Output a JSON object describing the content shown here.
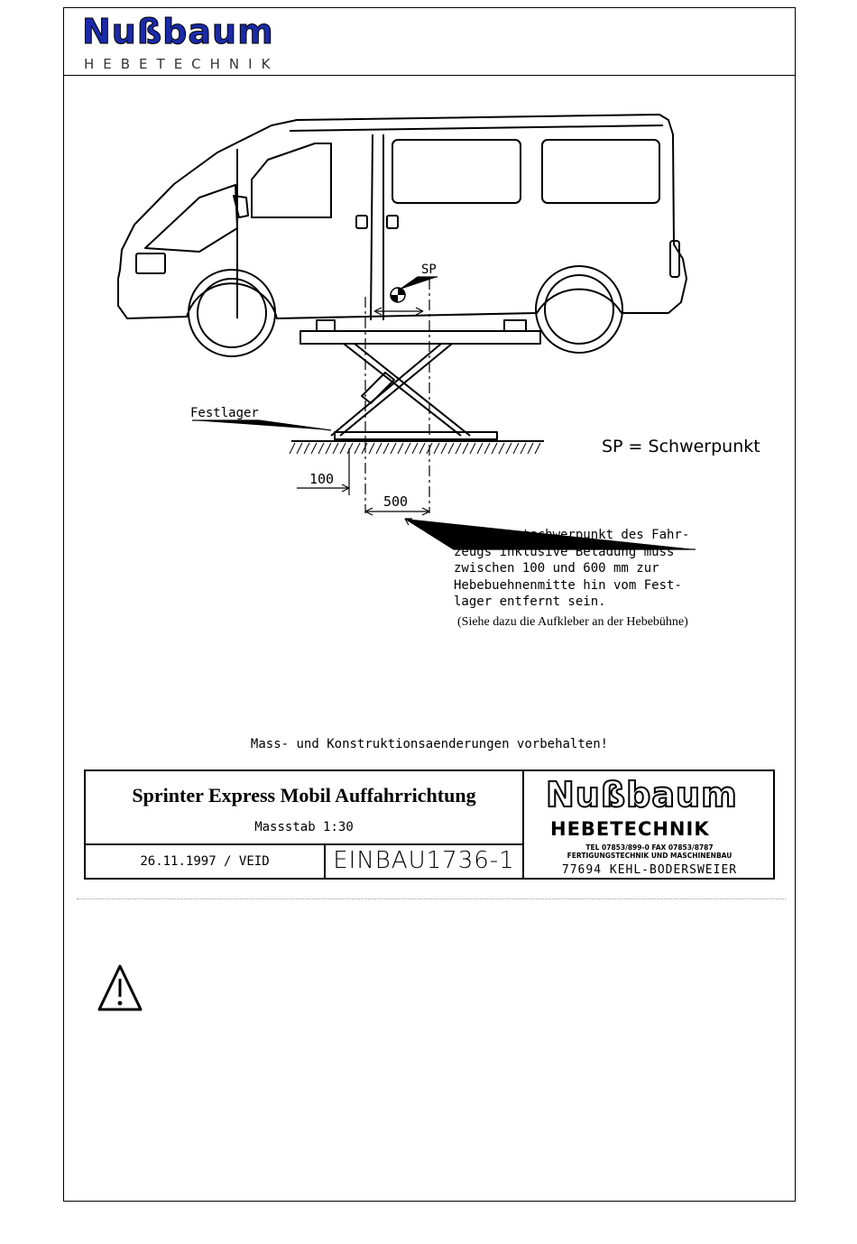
{
  "header": {
    "logo_text": "Nußbaum",
    "logo_subtitle": "HEBETECHNIK"
  },
  "drawing": {
    "sp_label": "SP",
    "festlager_label": "Festlager",
    "dim_100": "100",
    "dim_500": "500",
    "note_lines": [
      "Der Gesamtschwerpunkt des Fahr-",
      "zeugs inklusive Beladung muss",
      "zwischen 100 und 600 mm zur",
      "Hebebuehnenmitte hin vom Fest-",
      "lager entfernt sein."
    ],
    "note_extra": "(Siehe dazu  die Aufkleber an der Hebebühne)",
    "legend": "SP  =  Schwerpunkt",
    "reserve_note": "Mass- und Konstruktionsaenderungen vorbehalten!"
  },
  "title_block": {
    "title": "Sprinter Express Mobil Auffahrrichtung",
    "scale": "Massstab 1:30",
    "date": "26.11.1997 / VEID",
    "drawing_no": "EINBAU1736-1",
    "company_logo": "Nußbaum",
    "company_sub": "HEBETECHNIK",
    "tel_line": "TEL 07853/899-0     FAX 07853/8787",
    "business_line": "FERTIGUNGSTECHNIK UND MASCHINENBAU",
    "address": "77694 KEHL-BODERSWEIER"
  },
  "icons": {
    "warning": "warning-triangle-icon"
  }
}
